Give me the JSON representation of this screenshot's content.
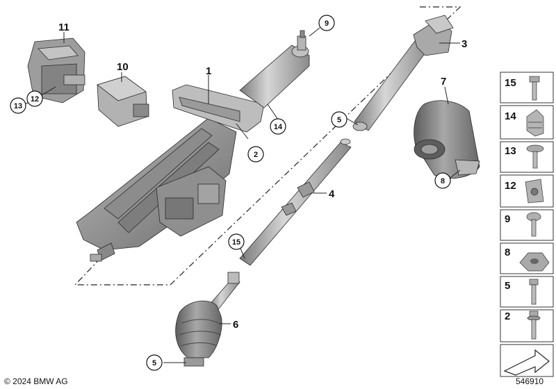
{
  "callouts": {
    "c1": "1",
    "c2": "2",
    "c3": "3",
    "c4": "4",
    "c5a": "5",
    "c5b": "5",
    "c6": "6",
    "c7": "7",
    "c8": "8",
    "c9": "9",
    "c10": "10",
    "c11": "11",
    "c12": "12",
    "c13": "13",
    "c14": "14",
    "c15": "15"
  },
  "legend": {
    "items": [
      "15",
      "14",
      "13",
      "12",
      "9",
      "8",
      "5",
      "2"
    ]
  },
  "footer": {
    "copyright": "© 2024 BMW AG",
    "diagram_number": "546910"
  },
  "colors": {
    "metal_dark": "#6d6d6d",
    "metal_mid": "#9a9a9a",
    "metal_light": "#c8c8c8",
    "rubber": "#7a7a7a"
  }
}
